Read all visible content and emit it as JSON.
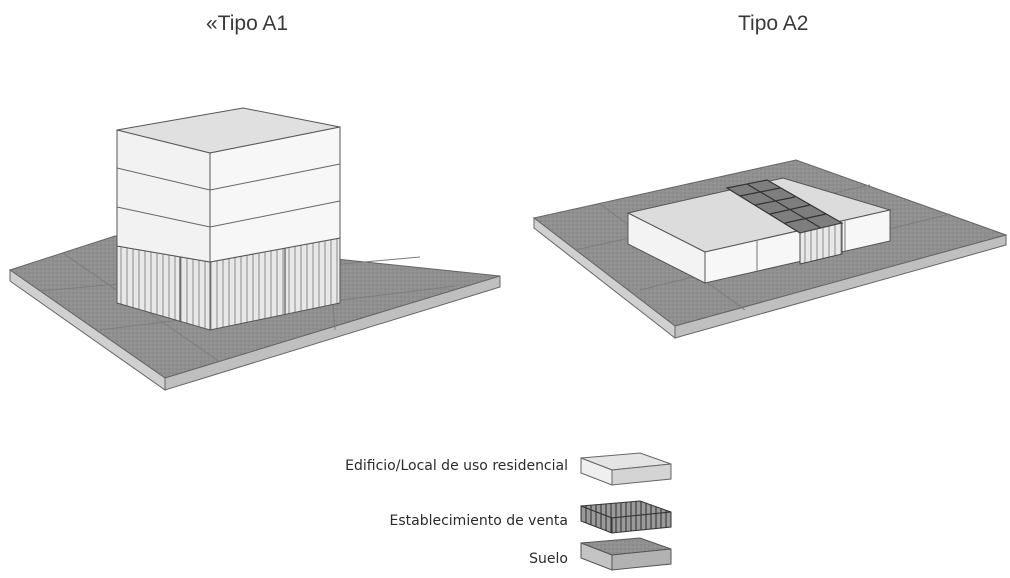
{
  "titles": {
    "a1": "«Tipo A1",
    "a2": "Tipo A2"
  },
  "legend": {
    "residential": "Edificio/Local de uso residencial",
    "sale": "Establecimiento de venta",
    "ground": "Suelo"
  },
  "colors": {
    "ground_top": "#8f8f8f",
    "ground_side": "#c9c9c9",
    "building_top": "#e2e2e2",
    "building_front": "#f3f3f3",
    "building_side": "#d6d6d6",
    "sale_facade": "#7a7a7a",
    "edge": "#555555"
  }
}
